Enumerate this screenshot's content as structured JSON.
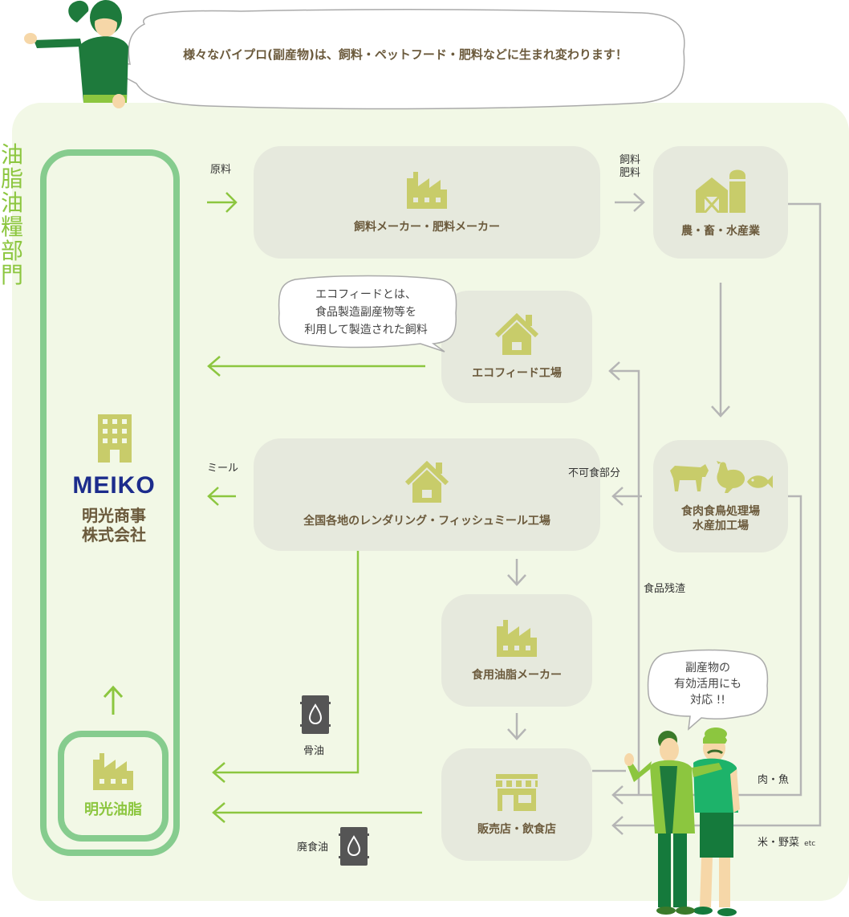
{
  "speech_top": "様々なバイプロ(副産物)は、飼料・ペットフード・肥料などに生まれ変わります！",
  "vertical_title": [
    "油",
    "脂",
    "油",
    "糧",
    "部",
    "門"
  ],
  "meiko": {
    "logo": "MEIKO",
    "name_line1": "明光商事",
    "name_line2": "株式会社"
  },
  "yushi": {
    "name": "明光油脂"
  },
  "boxes": {
    "feed_maker": "飼料メーカー・肥料メーカー",
    "farm": "農・畜・水産業",
    "ecofeed": "エコフィード工場",
    "rendering": "全国各地のレンダリング・フィッシュミール工場",
    "meat_line1": "食肉食鳥処理場",
    "meat_line2": "水産加工場",
    "oil_maker": "食用油脂メーカー",
    "retail": "販売店・飲食店"
  },
  "labels": {
    "raw": "原料",
    "feed_line1": "飼料",
    "feed_line2": "肥料",
    "meal": "ミール",
    "inedible": "不可食部分",
    "food_residue": "食品残渣",
    "bone_oil": "骨油",
    "waste_oil": "廃食油",
    "meat_fish": "肉・魚",
    "rice_veg": "米・野菜",
    "etc": "etc"
  },
  "ecofeed_bubble": {
    "line1": "エコフィードとは、",
    "line2": "食品製造副産物等を",
    "line3": "利用して製造された飼料"
  },
  "byproduct_bubble": {
    "line1": "副産物の",
    "line2": "有効活用にも",
    "line3": "対応 !!"
  },
  "colors": {
    "panel": "#f2f8e6",
    "box": "#e6e9dd",
    "accent_green": "#8cc63f",
    "frame_green": "#86cc8e",
    "gray_arrow": "#b5b5b5",
    "icon_olive": "#c8cc6a",
    "text_brown": "#6b5a3c",
    "logo_navy": "#1c2c8c"
  },
  "icons": [
    "factory-icon",
    "barn-icon",
    "house-icon",
    "building-icon",
    "cow-icon",
    "chicken-icon",
    "fish-icon",
    "oil-drum-icon",
    "shop-icon"
  ]
}
